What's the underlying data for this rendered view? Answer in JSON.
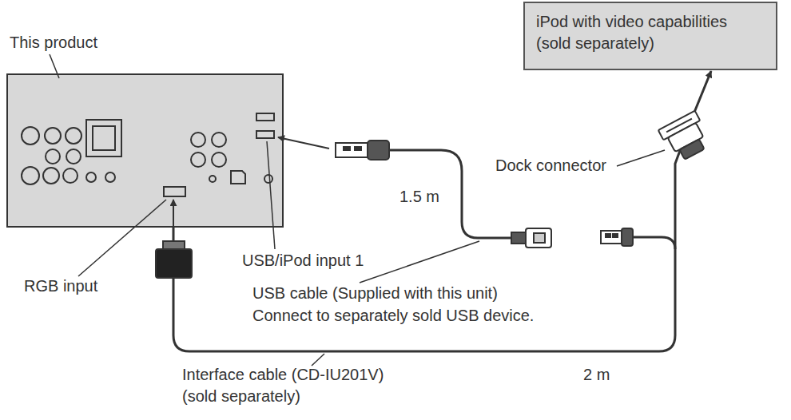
{
  "diagram": {
    "nodes": [
      {
        "text": [
          "This product"
        ]
      },
      {
        "text": [
          "iPod with video capabilities (sold separately)"
        ]
      }
    ],
    "edges": [
      {
        "from": 0,
        "to": 1,
        "arrow": "to"
      }
    ],
    "labels": [
      "USB/iPod input 1",
      "RGB input",
      "1.5 m",
      "USB cable (Supplied with this unit)",
      "Connect to separately sold USB device.",
      "Dock connector",
      "Interface cable (CD-IU201V) (sold separately)",
      "2 m"
    ]
  }
}
